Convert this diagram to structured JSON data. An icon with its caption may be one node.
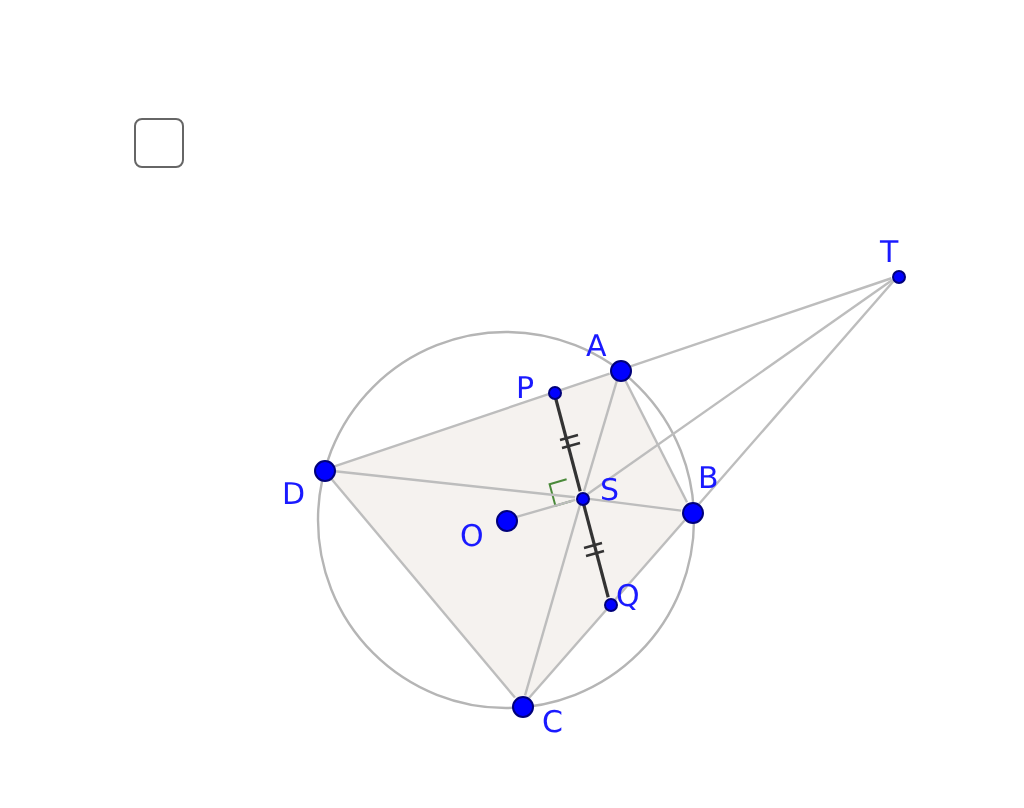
{
  "diagram": {
    "nodes": [
      {
        "text": [],
        "shape": "box"
      },
      {
        "text": [
          "T"
        ]
      },
      {
        "text": [
          "A"
        ]
      },
      {
        "text": [
          "P"
        ]
      },
      {
        "text": [
          "D"
        ]
      },
      {
        "text": [
          "S"
        ]
      },
      {
        "text": [
          "B"
        ]
      },
      {
        "text": [
          "O"
        ]
      },
      {
        "text": [
          "Q"
        ]
      },
      {
        "text": [
          "C"
        ]
      }
    ],
    "edges": [
      {
        "from": 1,
        "to": 2,
        "arrow": "none"
      },
      {
        "from": 2,
        "to": 4,
        "arrow": "none"
      },
      {
        "from": 1,
        "to": 6,
        "arrow": "none"
      },
      {
        "from": 6,
        "to": 9,
        "arrow": "none"
      },
      {
        "from": 1,
        "to": 5,
        "arrow": "none"
      },
      {
        "from": 2,
        "to": 5,
        "arrow": "none"
      },
      {
        "from": 5,
        "to": 9,
        "arrow": "none"
      },
      {
        "from": 4,
        "to": 5,
        "arrow": "none"
      },
      {
        "from": 5,
        "to": 6,
        "arrow": "none"
      },
      {
        "from": 7,
        "to": 5,
        "arrow": "none"
      },
      {
        "from": 3,
        "to": 5,
        "arrow": "none",
        "color": "#333333"
      },
      {
        "from": 5,
        "to": 8,
        "arrow": "none",
        "color": "#333333"
      },
      {
        "from": 9,
        "to": 4,
        "arrow": "none"
      },
      {
        "from": 2,
        "to": 6,
        "arrow": "none"
      }
    ]
  }
}
